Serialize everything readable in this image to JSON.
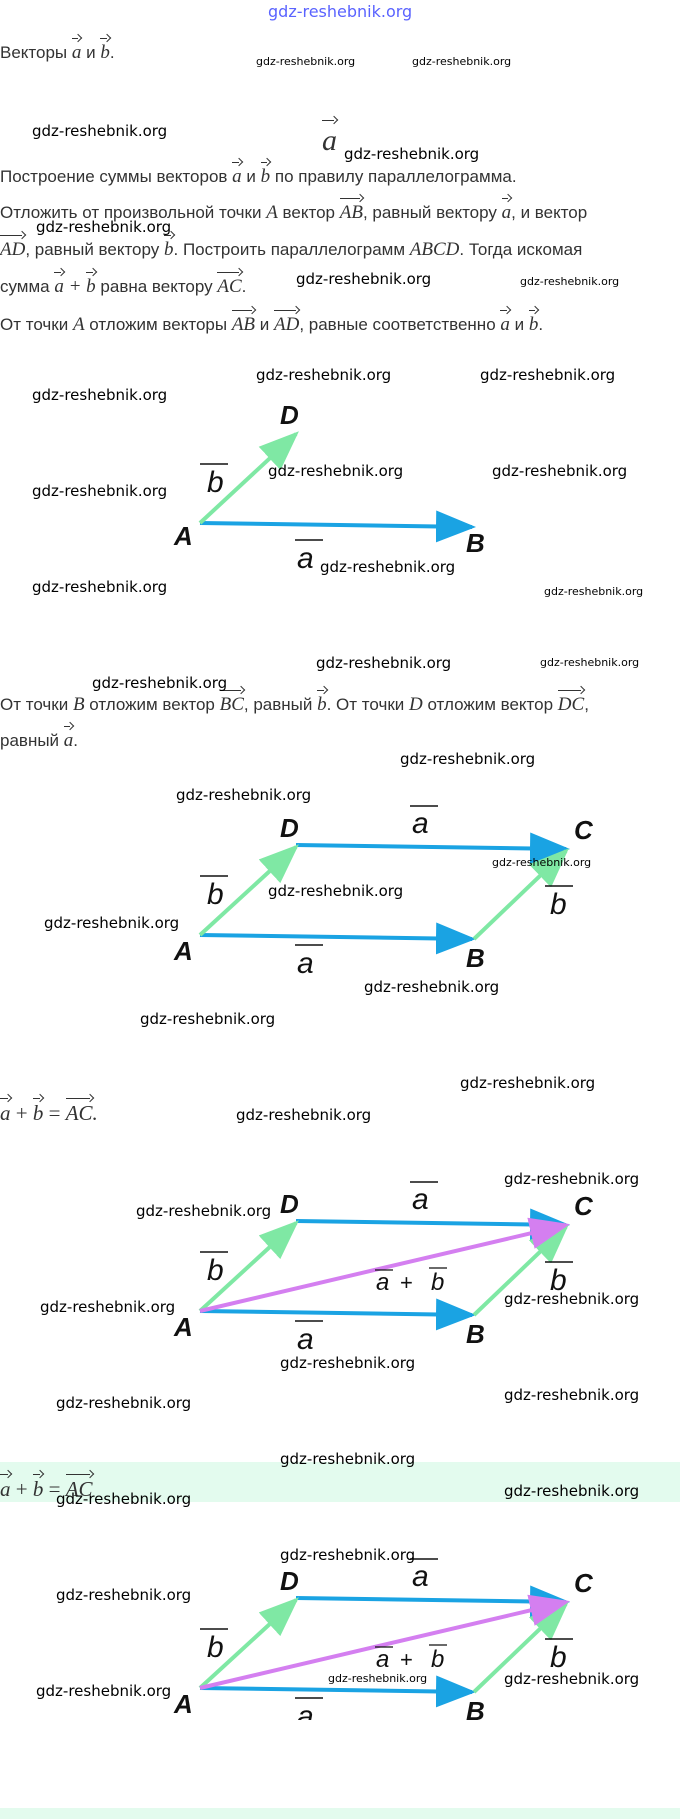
{
  "watermark": "gdz-reshebnik.org",
  "text": {
    "p1": "Векторы",
    "p1_and": "и",
    "p2_pre": "Построение суммы векторов",
    "p2_and": "и",
    "p2_post": "по правилу параллелограмма.",
    "p3_pre": "Отложить от произвольной точки",
    "p3_vec": "вектор",
    "p3_eq": ", равный вектору",
    "p3_post": ", и вектор",
    "p4_eq": ", равный вектору",
    "p4_post": ". Построить параллелограмм",
    "p4_end": ". Тогда искомая",
    "p5_pre": "сумма",
    "p5_eq": "равна вектору",
    "p6_pre": "От точки",
    "p6_mid": "отложим векторы",
    "p6_and": "и",
    "p6_post": ", равные соответственно",
    "p6_and2": "и",
    "p7_pre": "От точки",
    "p7_mid": "отложим вектор",
    "p7_eq": ", равный",
    "p7_post": ". От точки",
    "p7_mid2": "отложим вектор",
    "p8_pre": "равный"
  },
  "math": {
    "a": "a",
    "b": "b",
    "A": "A",
    "B": "B",
    "C": "C",
    "D": "D",
    "AB": "AB",
    "AD": "AD",
    "AC": "AC",
    "BC": "BC",
    "DC": "DC",
    "ABCD": "ABCD",
    "plus": "+",
    "equals": "="
  },
  "diagram": {
    "point_A": "A",
    "point_B": "B",
    "point_C": "C",
    "point_D": "D",
    "vec_a": "a",
    "vec_b": "b",
    "plus": "+"
  },
  "colors": {
    "vector_a": "#1aa3e3",
    "vector_b": "#7fe8a4",
    "vector_sum": "#d47ff0",
    "highlight": "#e3fbee"
  }
}
